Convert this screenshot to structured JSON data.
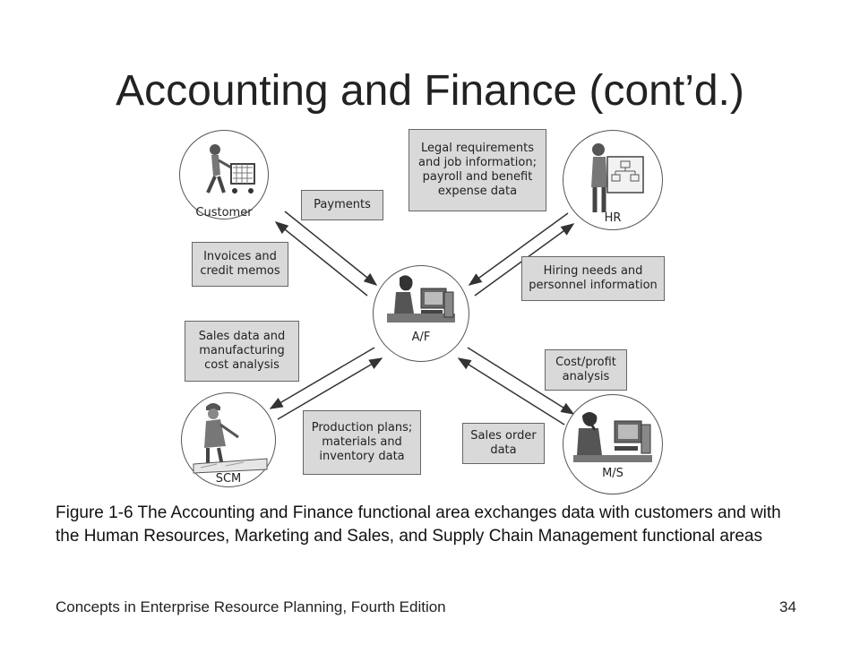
{
  "slide": {
    "title": "Accounting and Finance (cont’d.)",
    "caption": "Figure 1-6  The Accounting and Finance functional area exchanges data with customers and with the Human Resources, Marketing and Sales, and Supply Chain Management functional areas",
    "footer_left": "Concepts in Enterprise Resource Planning, Fourth Edition",
    "page_number": "34"
  },
  "diagram": {
    "nodes": {
      "customer": "Customer",
      "hr": "HR",
      "af": "A/F",
      "scm": "SCM",
      "ms": "M/S"
    },
    "flows": {
      "payments": "Payments",
      "invoices": "Invoices and credit memos",
      "legal": "Legal requirements and job information; payroll and benefit expense data",
      "hiring": "Hiring needs and personnel information",
      "sales_data": "Sales data and manufacturing cost analysis",
      "production": "Production plans; materials and inventory data",
      "cost_profit": "Cost/profit analysis",
      "sales_order": "Sales order data"
    }
  }
}
